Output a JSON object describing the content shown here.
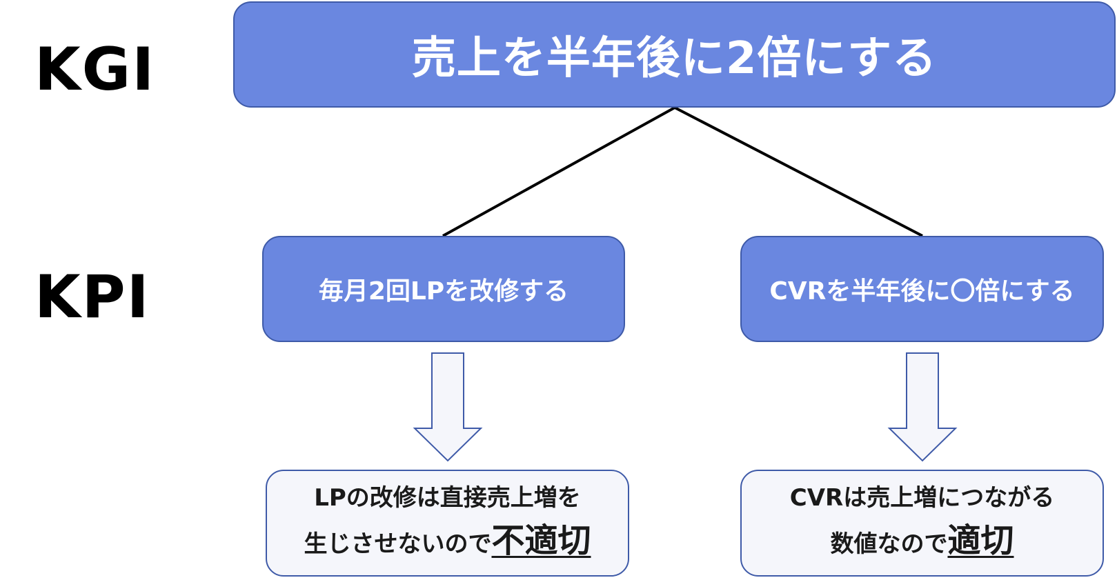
{
  "labels": {
    "kgi": "KGI",
    "kpi": "KPI"
  },
  "kgi_box": {
    "text": "売上を半年後に2倍にする"
  },
  "kpi_boxes": [
    {
      "text": "毎月2回LPを改修する"
    },
    {
      "text": "CVRを半年後に〇倍にする"
    }
  ],
  "results": [
    {
      "line1": "LPの改修は直接売上増を",
      "line2_prefix": "生じさせないので",
      "verdict": "不適切"
    },
    {
      "line1": "CVRは売上増につながる",
      "line2_prefix": "数値なので",
      "verdict": "適切"
    }
  ],
  "colors": {
    "box_fill": "#6a87e0",
    "box_border": "#3e5aa8",
    "result_fill": "#f5f6fb"
  }
}
